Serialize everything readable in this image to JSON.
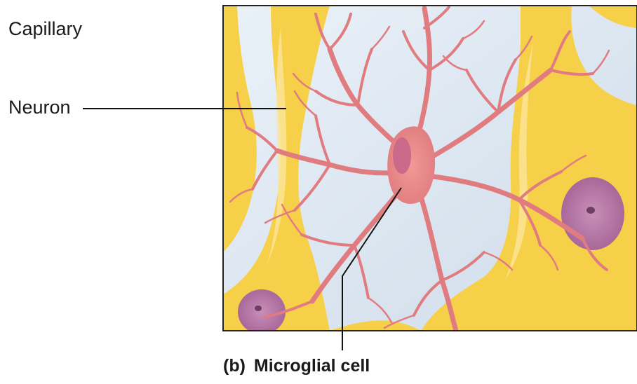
{
  "labels": {
    "capillary": "Capillary",
    "neuron": "Neuron"
  },
  "caption": {
    "letter": "(b)",
    "title": "Microglial cell"
  },
  "colors": {
    "background": "#ffffff",
    "neuron_fill": "#f7d04a",
    "neuron_highlight": "#fbe9a0",
    "extracellular_space": "#dbe6f0",
    "microglia": "#e5888a",
    "microglia_nucleus": "#c96a8a",
    "neuron_nucleus": "#b77aa4",
    "leader_line": "#111111",
    "frame": "#222222"
  },
  "icons": {
    "microglial_cell": "microglia-icon",
    "neuron_cell_body": "neuron-soma-icon"
  }
}
